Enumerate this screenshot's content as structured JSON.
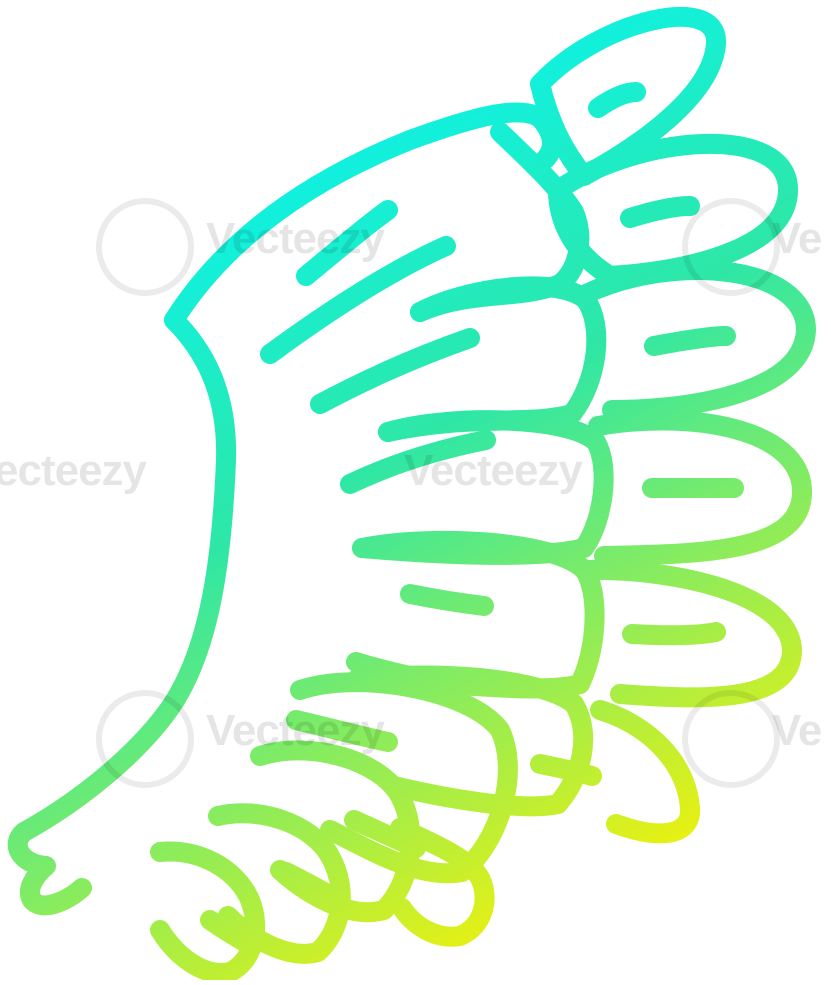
{
  "illustration": {
    "subject": "wing-icon",
    "colors": {
      "gradient_start": "#00f5ff",
      "gradient_mid": "#38e6a6",
      "gradient_end": "#f6f200",
      "background": "#ffffff"
    }
  },
  "watermark": {
    "text_left": "ecteezy",
    "text_center": "Vecteezy",
    "text_right": "Ve"
  }
}
